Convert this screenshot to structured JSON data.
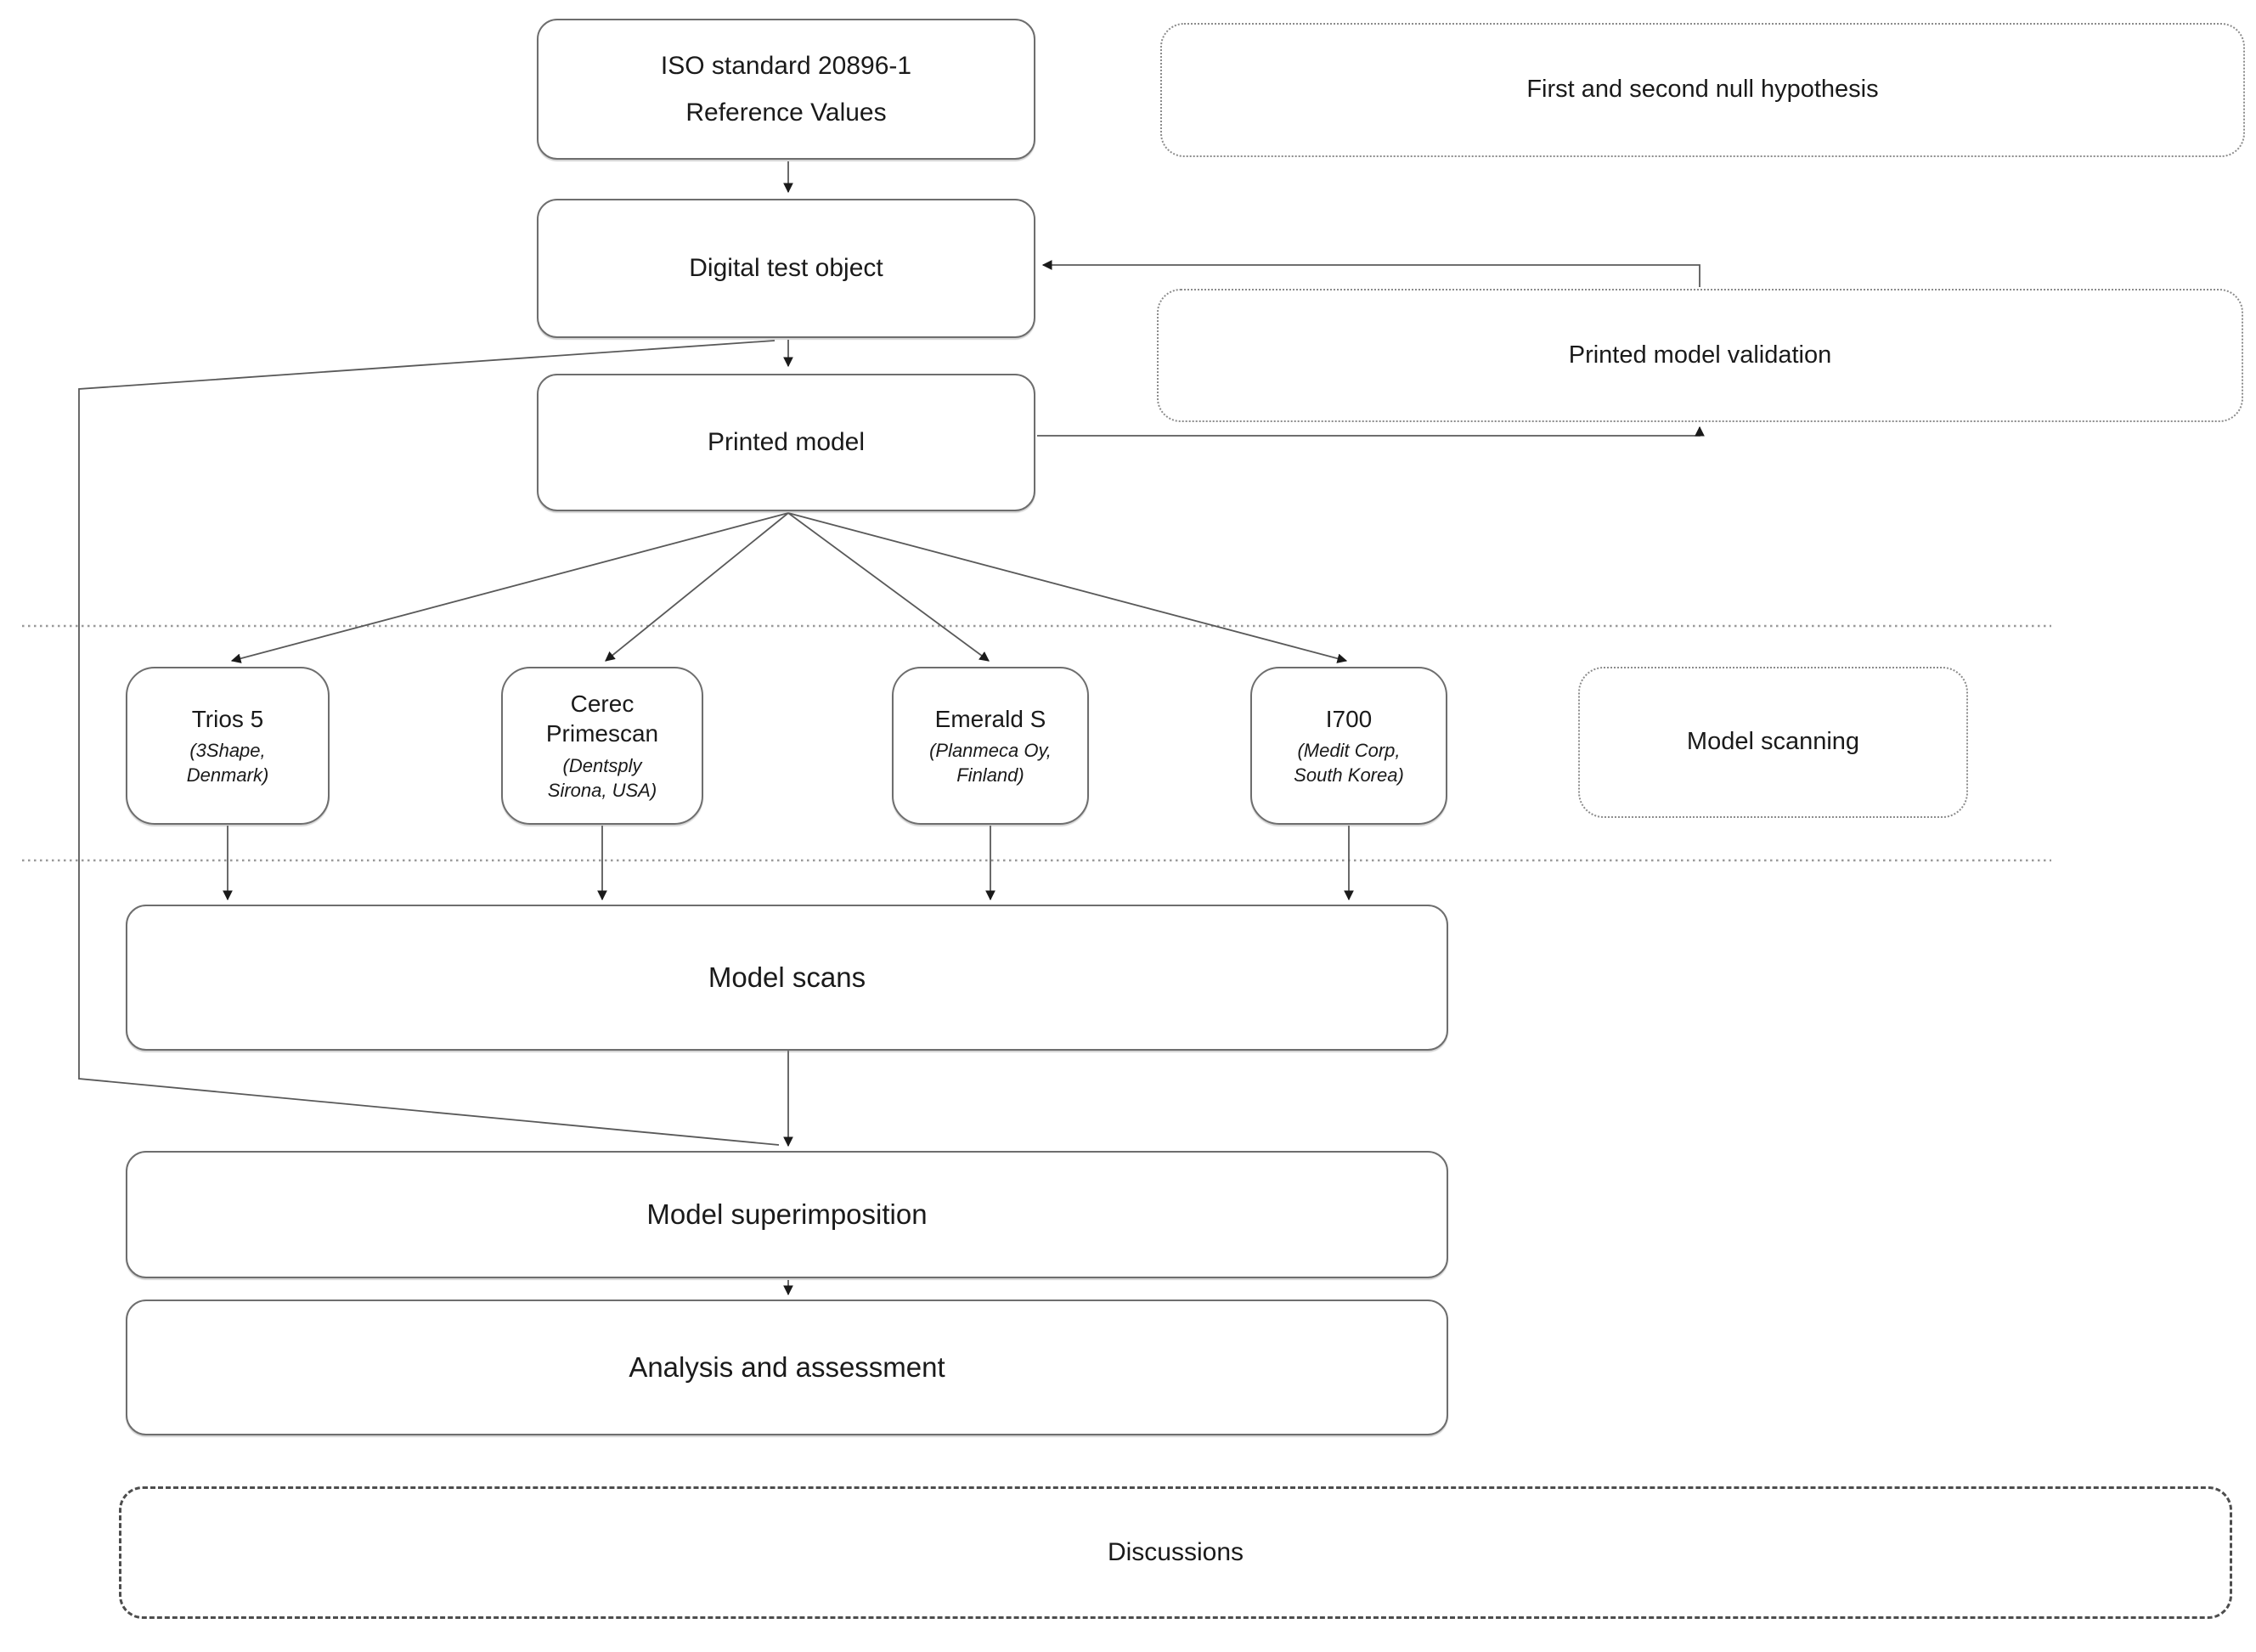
{
  "figure": {
    "type": "flowchart",
    "description": "Study workflow diagram for dental model scanning accuracy assessment"
  },
  "colors": {
    "background": "#ffffff",
    "box_border": "#6e6e6e",
    "annotation_border": "#8c8c8c",
    "dashed_border": "#4d4d4d",
    "connector": "#595959",
    "arrowhead": "#1a1a1a",
    "separator": "#9a9a9a",
    "text": "#1a1a1a"
  },
  "nodes": {
    "iso": "ISO standard 20896-1\nReference Values",
    "hypothesis": "First and second null hypothesis",
    "digital": "Digital test object",
    "validation": "Printed model validation",
    "printed": "Printed model",
    "scanning": "Model scanning",
    "scans": "Model scans",
    "superimposition": "Model superimposition",
    "analysis": "Analysis and assessment",
    "discussions": "Discussions"
  },
  "scanners": [
    {
      "name": "Trios 5",
      "detail": "(3Shape,\nDenmark)"
    },
    {
      "name": "Cerec\nPrimescan",
      "detail": "(Dentsply\nSirona, USA)"
    },
    {
      "name": "Emerald S",
      "detail": "(Planmeca Oy,\nFinland)"
    },
    {
      "name": "I700",
      "detail": "(Medit Corp,\nSouth Korea)"
    }
  ],
  "edges": [
    "iso -> digital",
    "digital -> printed",
    "printed -> validation",
    "validation -> digital",
    "printed -> trios5",
    "printed -> cerec-primescan",
    "printed -> emerald-s",
    "printed -> i700",
    "trios5 -> scans",
    "cerec-primescan -> scans",
    "emerald-s -> scans",
    "i700 -> scans",
    "scans -> superimposition",
    "digital -> superimposition",
    "superimposition -> analysis"
  ]
}
